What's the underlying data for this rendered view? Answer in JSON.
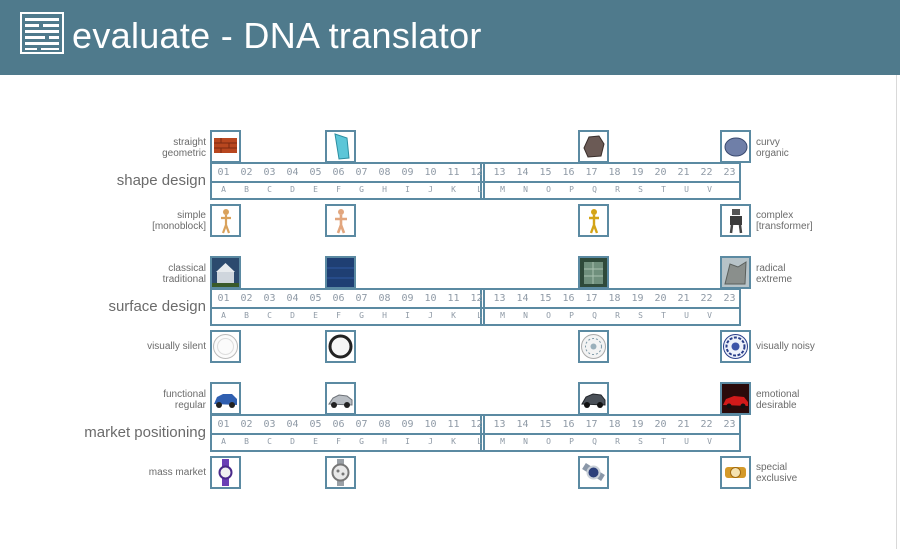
{
  "header": {
    "title": "evaluate - DNA translator",
    "background_color": "#4f7a8c",
    "logo_icon": "dna-barcode-icon"
  },
  "scale": {
    "numbers": [
      "01",
      "02",
      "03",
      "04",
      "05",
      "06",
      "07",
      "08",
      "09",
      "10",
      "11",
      "12",
      "13",
      "14",
      "15",
      "16",
      "17",
      "18",
      "19",
      "20",
      "21",
      "22",
      "23"
    ],
    "letters": [
      "A",
      "B",
      "C",
      "D",
      "E",
      "F",
      "G",
      "H",
      "I",
      "J",
      "K",
      "L",
      "M",
      "N",
      "O",
      "P",
      "Q",
      "R",
      "S",
      "T",
      "U",
      "V"
    ]
  },
  "sections": [
    {
      "title": "shape design",
      "top_left_label": [
        "straight",
        "geometric"
      ],
      "top_right_label": [
        "curvy",
        "organic"
      ],
      "bottom_left_label": [
        "simple",
        "[monoblock]"
      ],
      "bottom_right_label": [
        "complex",
        "[transformer]"
      ],
      "top_images": [
        "brick-image",
        "glass-shape-image",
        "rock-image",
        "pebble-image"
      ],
      "bottom_images": [
        "wooden-mannequin-image",
        "human-figure-image",
        "c3po-robot-image",
        "transformer-robot-image"
      ]
    },
    {
      "title": "surface design",
      "top_left_label": [
        "classical",
        "traditional"
      ],
      "top_right_label": [
        "radical",
        "extreme"
      ],
      "bottom_left_label": [
        "visually silent"
      ],
      "bottom_right_label": [
        "visually noisy"
      ],
      "top_images": [
        "classical-building-image",
        "modern-blue-facade-image",
        "glass-building-image",
        "deconstructivist-building-image"
      ],
      "bottom_images": [
        "plain-white-plate-image",
        "black-rim-plate-image",
        "patterned-plate-image",
        "blue-ornate-plate-image"
      ]
    },
    {
      "title": "market positioning",
      "top_left_label": [
        "functional",
        "regular"
      ],
      "top_right_label": [
        "emotional",
        "desirable"
      ],
      "bottom_left_label": [
        "mass market"
      ],
      "bottom_right_label": [
        "special",
        "exclusive"
      ],
      "top_images": [
        "blue-compact-car-image",
        "silver-sedan-image",
        "dark-sedan-image",
        "red-sports-car-image"
      ],
      "bottom_images": [
        "swatch-watch-image",
        "chronograph-watch-image",
        "steel-watch-image",
        "gold-luxury-watch-image"
      ]
    }
  ]
}
